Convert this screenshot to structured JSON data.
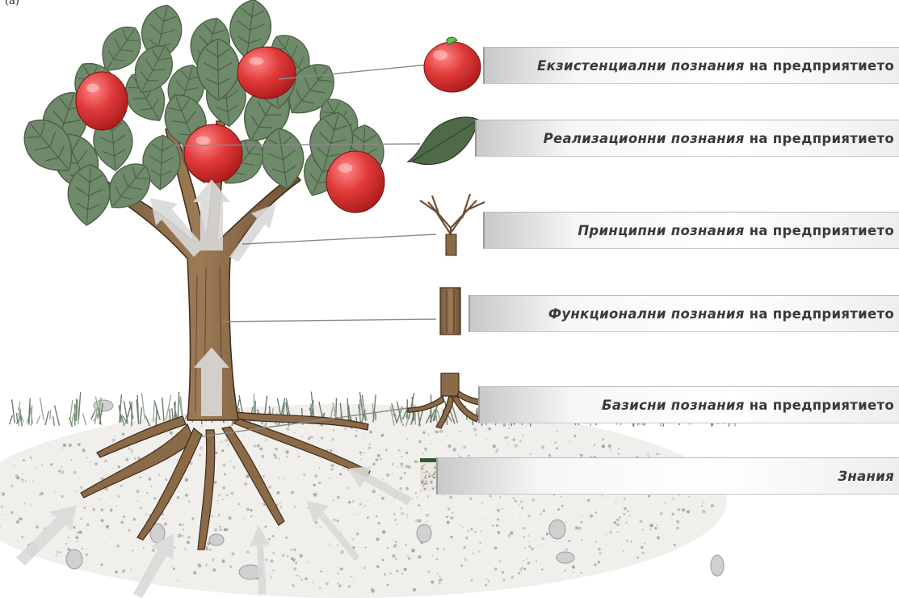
{
  "figure_label": "(a)",
  "levels": [
    {
      "emph": "Екзистенциални познания",
      "rest": "на предприятието"
    },
    {
      "emph": "Реализационни познания",
      "rest": "на предприятието"
    },
    {
      "emph": "Принципни познания",
      "rest": "на предприятието"
    },
    {
      "emph": "Функционални познания",
      "rest": "на предприятието"
    },
    {
      "emph": "Базисни познания",
      "rest": "на предприятието"
    },
    {
      "emph": "Знания",
      "rest": ""
    }
  ],
  "colors": {
    "leaf": "#6f8a6a",
    "leaf_dark": "#4b5f44",
    "trunk": "#8b6a48",
    "trunk_dark": "#3e2a1a",
    "apple": "#d93a3a",
    "grass": "#6a7f6a",
    "soil_dot": "#9a9a9a",
    "arrow": "#d9d9d9",
    "bar_text": "#3a3a3a"
  }
}
